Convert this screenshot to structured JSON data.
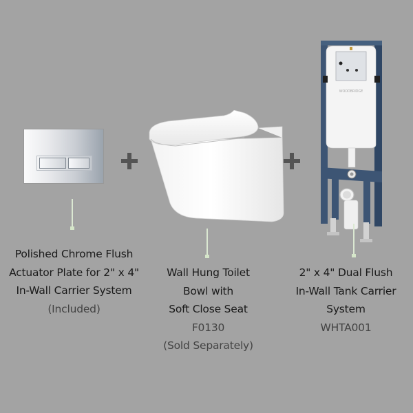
{
  "background_color": "#a3a3a3",
  "operator_symbol": "+",
  "components": [
    {
      "id": "actuator-plate",
      "icon": "chrome-flush-plate-image",
      "title_lines": [
        "Polished Chrome Flush",
        "Actuator Plate for 2\" x 4\"",
        "In-Wall Carrier System"
      ],
      "sub_lines": [
        "(Included)"
      ]
    },
    {
      "id": "toilet-bowl",
      "icon": "wall-hung-toilet-image",
      "title_lines": [
        "Wall Hung Toilet",
        "Bowl with",
        "Soft Close Seat"
      ],
      "sub_lines": [
        "F0130",
        "(Sold Separately)"
      ]
    },
    {
      "id": "tank-carrier",
      "icon": "in-wall-tank-carrier-image",
      "brand_mark": "WOODBRIDGE",
      "title_lines": [
        "2\" x 4\" Dual Flush",
        "In-Wall Tank Carrier",
        "System"
      ],
      "sub_lines": [
        "WHTA001"
      ]
    }
  ],
  "colors": {
    "text_primary": "#1a1a1a",
    "text_secondary": "#434343",
    "plus_sign": "#545454",
    "leader_line": "#dbe8d2",
    "carrier_frame": "#3d5574"
  }
}
